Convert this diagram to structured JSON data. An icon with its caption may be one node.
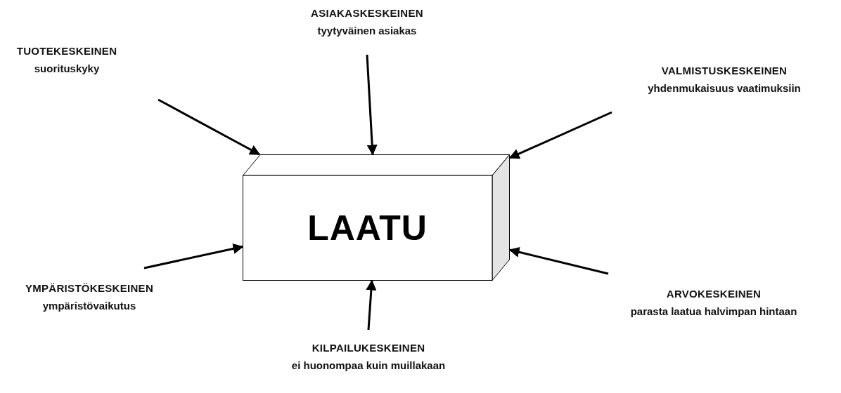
{
  "diagram": {
    "nodes": [
      {
        "text": [
          "LAATU"
        ]
      },
      {
        "text": [
          "TUOTEKESKEINEN",
          "suorituskyky"
        ]
      },
      {
        "text": [
          "ASIAKASKESKEINEN",
          "tyytyväinen asiakas"
        ]
      },
      {
        "text": [
          "VALMISTUSKESKEINEN",
          "yhdenmukaisuus vaatimuksiin"
        ]
      },
      {
        "text": [
          "YMPÄRISTÖKESKEINEN",
          "ympäristövaikutus"
        ]
      },
      {
        "text": [
          "ARVOKESKEINEN",
          "parasta laatua halvimpan hintaan"
        ]
      },
      {
        "text": [
          "KILPAILUKESKEINEN",
          "ei huonompaa kuin muillakaan"
        ]
      }
    ],
    "edges": [
      {
        "from": 1,
        "to": 0,
        "arrow": "to"
      },
      {
        "from": 2,
        "to": 0,
        "arrow": "to"
      },
      {
        "from": 3,
        "to": 0,
        "arrow": "to"
      },
      {
        "from": 4,
        "to": 0,
        "arrow": "to"
      },
      {
        "from": 5,
        "to": 0,
        "arrow": "to"
      },
      {
        "from": 6,
        "to": 0,
        "arrow": "to"
      }
    ]
  }
}
